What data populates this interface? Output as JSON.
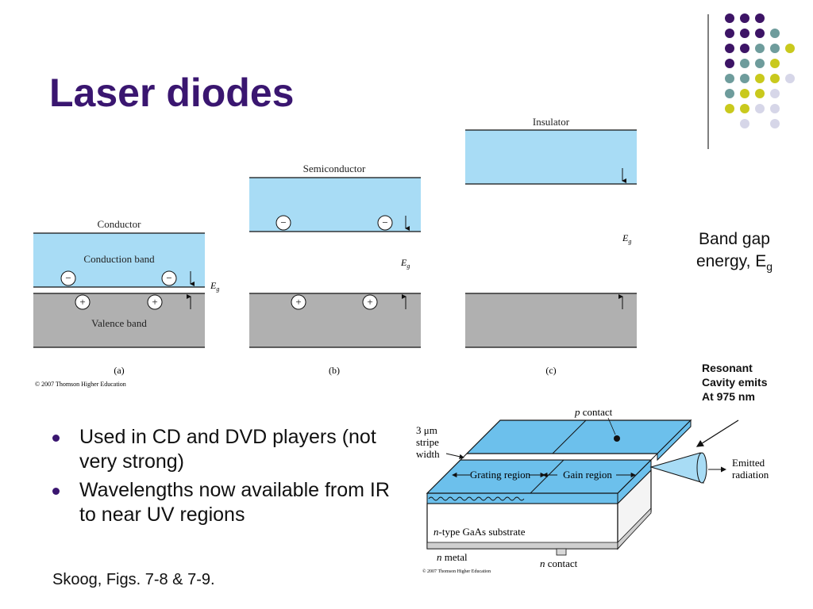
{
  "slide": {
    "title": "Laser diodes",
    "band_gap_label": "Band gap energy, E",
    "band_gap_sub": "g",
    "resonant_lines": [
      "Resonant",
      "Cavity emits",
      "At 975 nm"
    ],
    "bullets": [
      "Used in CD and DVD players (not very strong)",
      "Wavelengths now available from IR to near UV regions"
    ],
    "source": "Skoog, Figs. 7-8 & 7-9."
  },
  "band_figure": {
    "panels": [
      {
        "heading": "Conductor",
        "conduction_label": "Conduction band",
        "valence_label": "Valence band",
        "letter": "(a)"
      },
      {
        "heading": "Semiconductor",
        "letter": "(b)"
      },
      {
        "heading": "Insulator",
        "letter": "(c)"
      }
    ],
    "energy_symbol": "E",
    "energy_sub": "g",
    "minus_symbol": "−",
    "plus_symbol": "+",
    "copyright": "© 2007 Thomson Higher Education"
  },
  "laser_figure": {
    "stripe_label": [
      "3 μm",
      "stripe",
      "width"
    ],
    "p_contact_italic": "p",
    "p_contact_text": " contact",
    "grating_label": "Grating region",
    "gain_label": "Gain region",
    "emitted_label": [
      "Emitted",
      "radiation"
    ],
    "substrate_italic": "n",
    "substrate_text": "-type GaAs substrate",
    "metal_italic": "n",
    "metal_text": " metal",
    "n_contact_italic": "n",
    "n_contact_text": " contact",
    "copyright": "© 2007 Thomson Higher Education"
  },
  "colors": {
    "title": "#3a1670",
    "band_blue": "#a8dcf5",
    "band_gray": "#b0b0b0",
    "stripe_blue": "#6cc0ec",
    "dot_purple": "#3d1466",
    "dot_teal": "#6e9c9c",
    "dot_yellow": "#c9c91d",
    "dot_lavender": "#d6d6e8"
  }
}
